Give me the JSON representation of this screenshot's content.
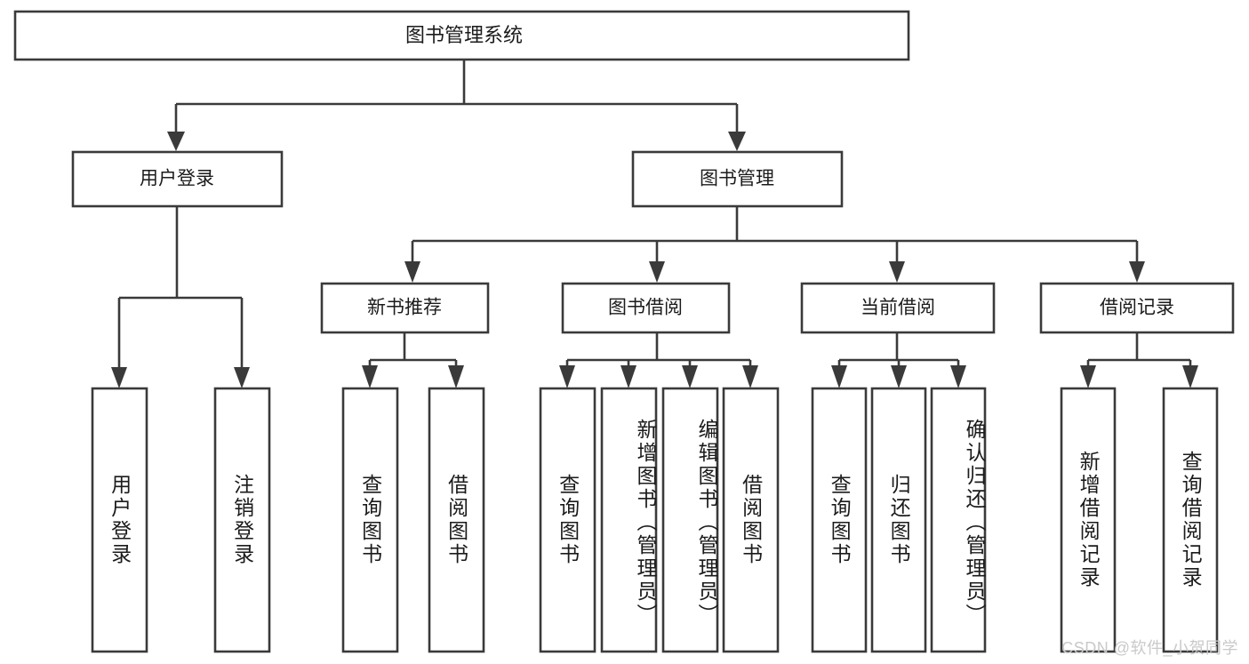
{
  "diagram": {
    "type": "tree-hierarchy",
    "title_node": {
      "id": "root",
      "label": "图书管理系统"
    },
    "level2": [
      {
        "id": "user-login",
        "label": "用户登录"
      },
      {
        "id": "book-management",
        "label": "图书管理"
      }
    ],
    "level3": [
      {
        "id": "new-book-recommend",
        "label": "新书推荐"
      },
      {
        "id": "book-borrow",
        "label": "图书借阅"
      },
      {
        "id": "current-borrow",
        "label": "当前借阅"
      },
      {
        "id": "borrow-record",
        "label": "借阅记录"
      }
    ],
    "leaves": [
      {
        "id": "leaf-user-login",
        "parent": "user-login",
        "label": "用户登录"
      },
      {
        "id": "leaf-logout-login",
        "parent": "user-login",
        "label": "注销登录"
      },
      {
        "id": "leaf-query-book-1",
        "parent": "new-book-recommend",
        "label": "查询图书"
      },
      {
        "id": "leaf-borrow-book-1",
        "parent": "new-book-recommend",
        "label": "借阅图书"
      },
      {
        "id": "leaf-query-book-2",
        "parent": "book-borrow",
        "label": "查询图书"
      },
      {
        "id": "leaf-add-book",
        "parent": "book-borrow",
        "label": "新增图书（管理员）"
      },
      {
        "id": "leaf-edit-book",
        "parent": "book-borrow",
        "label": "编辑图书（管理员）"
      },
      {
        "id": "leaf-borrow-book-2",
        "parent": "book-borrow",
        "label": "借阅图书"
      },
      {
        "id": "leaf-query-book-3",
        "parent": "current-borrow",
        "label": "查询图书"
      },
      {
        "id": "leaf-return-book",
        "parent": "current-borrow",
        "label": "归还图书"
      },
      {
        "id": "leaf-confirm-return",
        "parent": "current-borrow",
        "label": "确认归还（管理员）"
      },
      {
        "id": "leaf-add-record",
        "parent": "borrow-record",
        "label": "新增借阅记录"
      },
      {
        "id": "leaf-query-record",
        "parent": "borrow-record",
        "label": "查询借阅记录"
      }
    ]
  },
  "watermark": {
    "text": "CSDN @软件_小贺同学"
  },
  "colors": {
    "stroke": "#3a3a3a",
    "box_fill": "#ffffff",
    "text": "#1b1b1b",
    "watermark": "#c9c9c9",
    "background": "#ffffff"
  }
}
